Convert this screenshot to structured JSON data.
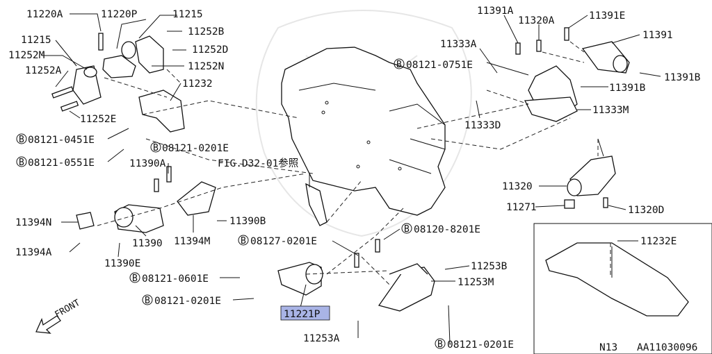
{
  "labels": {
    "p11220A": "11220A",
    "p11220P": "11220P",
    "p11215a": "11215",
    "p11215b": "11215",
    "p11252B": "11252B",
    "p11252D": "11252D",
    "p11252N": "11252N",
    "p11252M": "11252M",
    "p11252A": "11252A",
    "p11252E": "11252E",
    "p11232": "11232",
    "b0451": "08121-0451E",
    "b0551": "08121-0551E",
    "b0201a": "08121-0201E",
    "p11390A": "11390A",
    "fig": "FIG.D32-01参照",
    "p11394N": "11394N",
    "p11390": "11390",
    "p11394M": "11394M",
    "p11390B": "11390B",
    "p11394A": "11394A",
    "p11390E": "11390E",
    "b0601": "08121-0601E",
    "b0201b": "08121-0201E",
    "p11221P": "11221P",
    "b8201": "08120-8201E",
    "b0201c": "08127-0201E",
    "p11253B": "11253B",
    "p11253M": "11253M",
    "p11253A": "11253A",
    "b0201d": "08121-0201E",
    "p11391A": "11391A",
    "p11320A": "11320A",
    "p11391E": "11391E",
    "p11391": "11391",
    "p11333A": "11333A",
    "b0751": "08121-0751E",
    "p11391B": "11391B",
    "p11391Bb": "11391B",
    "p11333M": "11333M",
    "p11333D": "11333D",
    "p11320": "11320",
    "p11271": "11271",
    "p11320D": "11320D",
    "p11232E": "11232E",
    "front": "FRONT",
    "n13": "N13",
    "ref": "AA11030096"
  },
  "bolt_marker": "B",
  "colors": {
    "highlight": "#a9b4e6",
    "line": "#111111"
  }
}
